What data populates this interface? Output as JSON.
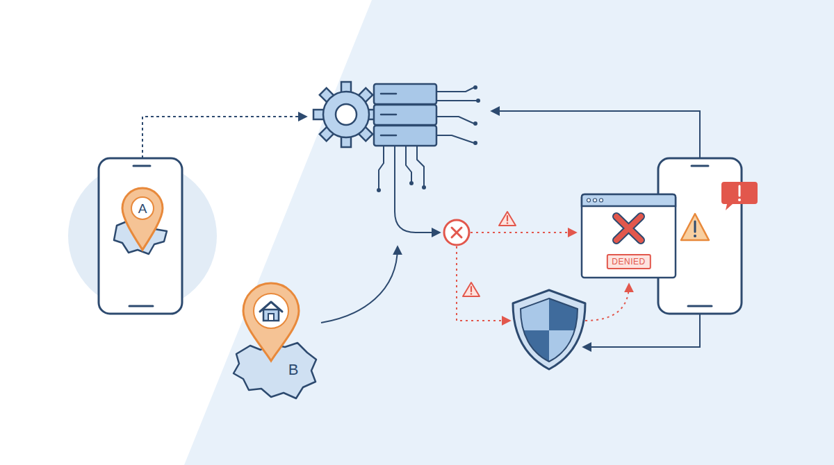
{
  "diagram": {
    "nodes": [
      {
        "text": [
          "A"
        ]
      },
      {
        "text": [
          "B"
        ]
      },
      {
        "text": [
          "DENIED"
        ]
      }
    ]
  }
}
